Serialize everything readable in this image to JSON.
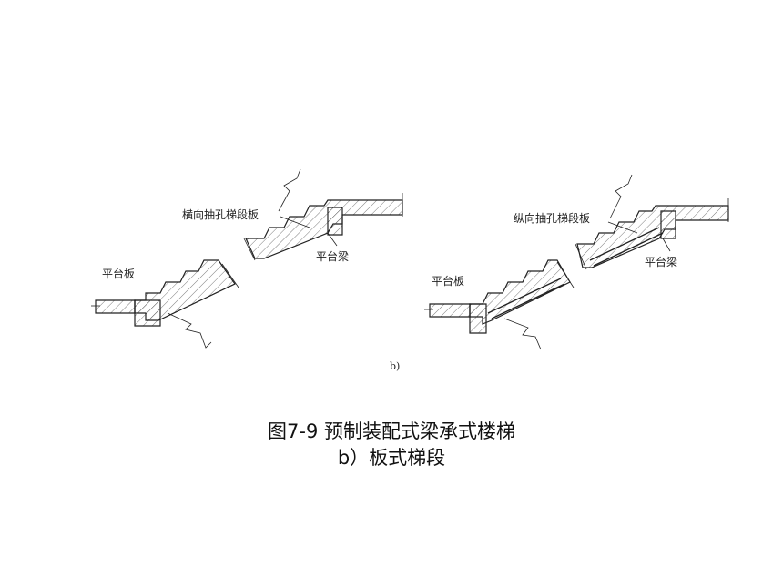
{
  "labels": {
    "left_platform_slab": "平台板",
    "left_stair_slab": "横向抽孔梯段板",
    "left_beam": "平台梁",
    "right_platform_slab": "平台板",
    "right_stair_slab": "纵向抽孔梯段板",
    "right_beam": "平台梁",
    "sub": "b)"
  },
  "caption": {
    "line1": "图7-9  预制装配式梁承式楼梯",
    "line2": "b）板式梯段"
  }
}
